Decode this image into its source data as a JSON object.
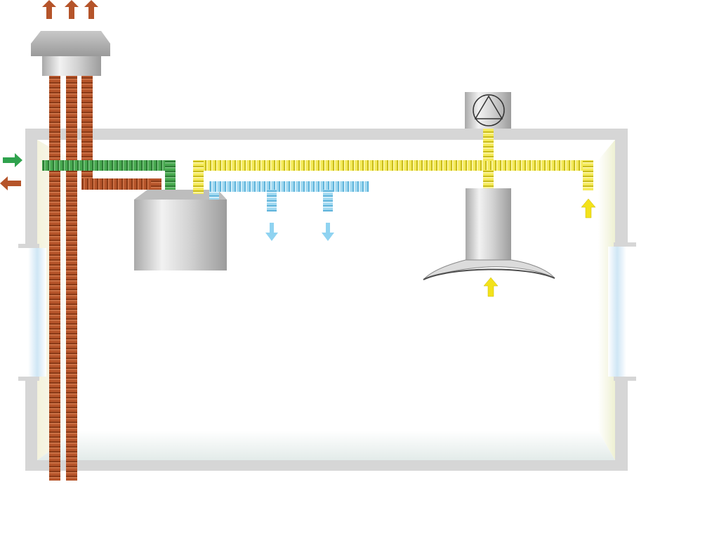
{
  "diagram": {
    "components": [
      {
        "id": "roof-vent-cap",
        "icon": "roof-cap-icon"
      },
      {
        "id": "ventilation-unit",
        "icon": "heat-recovery-unit-icon"
      },
      {
        "id": "extract-fan",
        "icon": "fan-icon"
      },
      {
        "id": "cooker-hood",
        "icon": "cooker-hood-icon"
      }
    ],
    "flows": [
      {
        "id": "outdoor-air-intake",
        "direction": "in"
      },
      {
        "id": "exhaust-air-out",
        "direction": "out"
      },
      {
        "id": "supply-air",
        "direction": "down"
      },
      {
        "id": "extract-air",
        "direction": "up"
      }
    ],
    "colors": {
      "exhaust": "#b5542a",
      "intake": "#3aa047",
      "supply": "#8ed0ec",
      "extract": "#f2e53a",
      "wall": "#d6d6d6",
      "metal": "#bdbdbd",
      "arrow_exhaust": "#b5542a",
      "arrow_intake": "#2fa24d",
      "arrow_supply": "#8fd3f1",
      "arrow_extract": "#f3e21b"
    }
  }
}
